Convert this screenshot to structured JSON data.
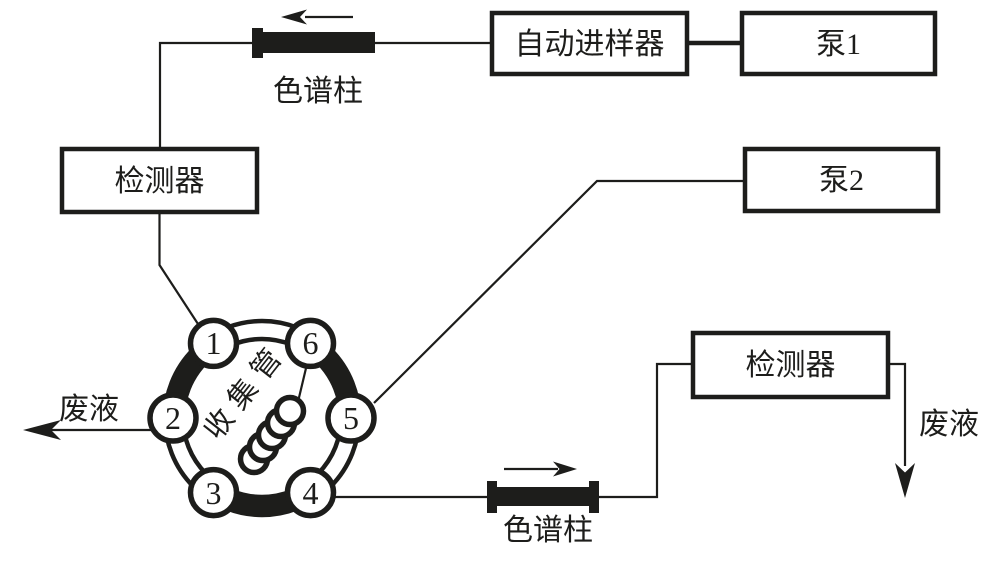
{
  "diagram": {
    "description": "two-dimensional liquid chromatography flow scheme with six-port switching valve",
    "background_color": "#ffffff",
    "ink_color": "#1d1d1b",
    "boxes": {
      "autosampler": "自动进样器",
      "pump1": "泵1",
      "pump2": "泵2",
      "detector_first": "检测器",
      "detector_second": "检测器"
    },
    "labels": {
      "column_first": "色谱柱",
      "column_second": "色谱柱",
      "waste_left": "废液",
      "waste_right": "废液",
      "collection_tube": "收集管"
    },
    "valve": {
      "ports": [
        "1",
        "2",
        "3",
        "4",
        "5",
        "6"
      ]
    }
  }
}
